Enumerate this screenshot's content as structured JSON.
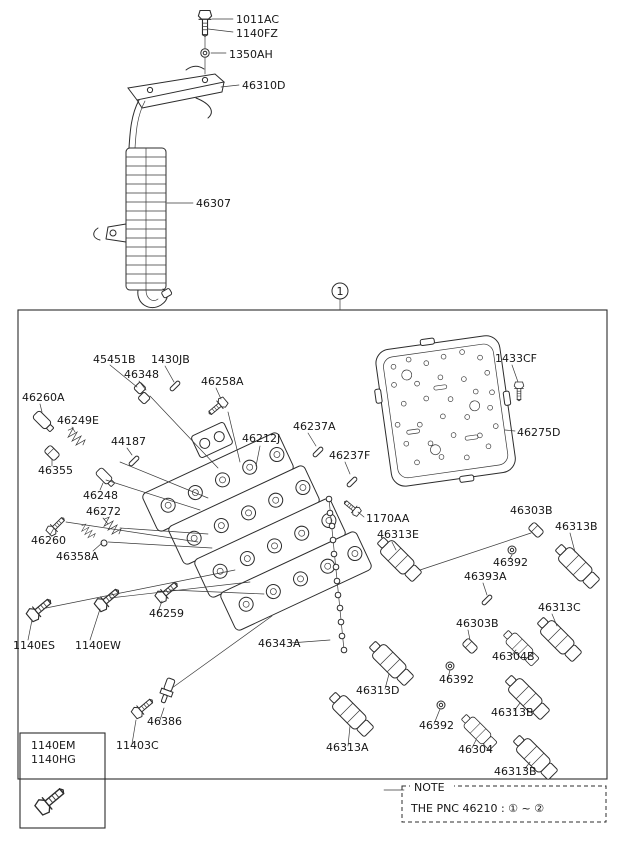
{
  "top": {
    "labels": [
      {
        "text": "1011AC"
      },
      {
        "text": "1140FZ"
      },
      {
        "text": "1350AH"
      },
      {
        "text": "46310D"
      },
      {
        "text": "46307"
      }
    ]
  },
  "main": {
    "callout": "1",
    "labels": [
      {
        "text": "45451B"
      },
      {
        "text": "1430JB"
      },
      {
        "text": "46348"
      },
      {
        "text": "46258A"
      },
      {
        "text": "46260A"
      },
      {
        "text": "46249E"
      },
      {
        "text": "44187"
      },
      {
        "text": "46212J"
      },
      {
        "text": "46237A"
      },
      {
        "text": "46237F"
      },
      {
        "text": "46355"
      },
      {
        "text": "46248"
      },
      {
        "text": "46272"
      },
      {
        "text": "46260"
      },
      {
        "text": "46358A"
      },
      {
        "text": "1433CF"
      },
      {
        "text": "46275D"
      },
      {
        "text": "1170AA"
      },
      {
        "text": "46313E"
      },
      {
        "text": "46303B"
      },
      {
        "text": "46313B"
      },
      {
        "text": "46392"
      },
      {
        "text": "46393A"
      },
      {
        "text": "46313C"
      },
      {
        "text": "46303B"
      },
      {
        "text": "46304B"
      },
      {
        "text": "46259"
      },
      {
        "text": "46343A"
      },
      {
        "text": "1140ES"
      },
      {
        "text": "1140EW"
      },
      {
        "text": "46313D"
      },
      {
        "text": "46392"
      },
      {
        "text": "46386"
      },
      {
        "text": "11403C"
      },
      {
        "text": "46313A"
      },
      {
        "text": "46392"
      },
      {
        "text": "46304"
      },
      {
        "text": "46313B"
      },
      {
        "text": "46313B"
      }
    ]
  },
  "inset": {
    "labels": [
      {
        "text": "1140EM"
      },
      {
        "text": "1140HG"
      }
    ]
  },
  "note": {
    "title": "NOTE",
    "body": "THE PNC 46210 : ① ~ ②"
  }
}
